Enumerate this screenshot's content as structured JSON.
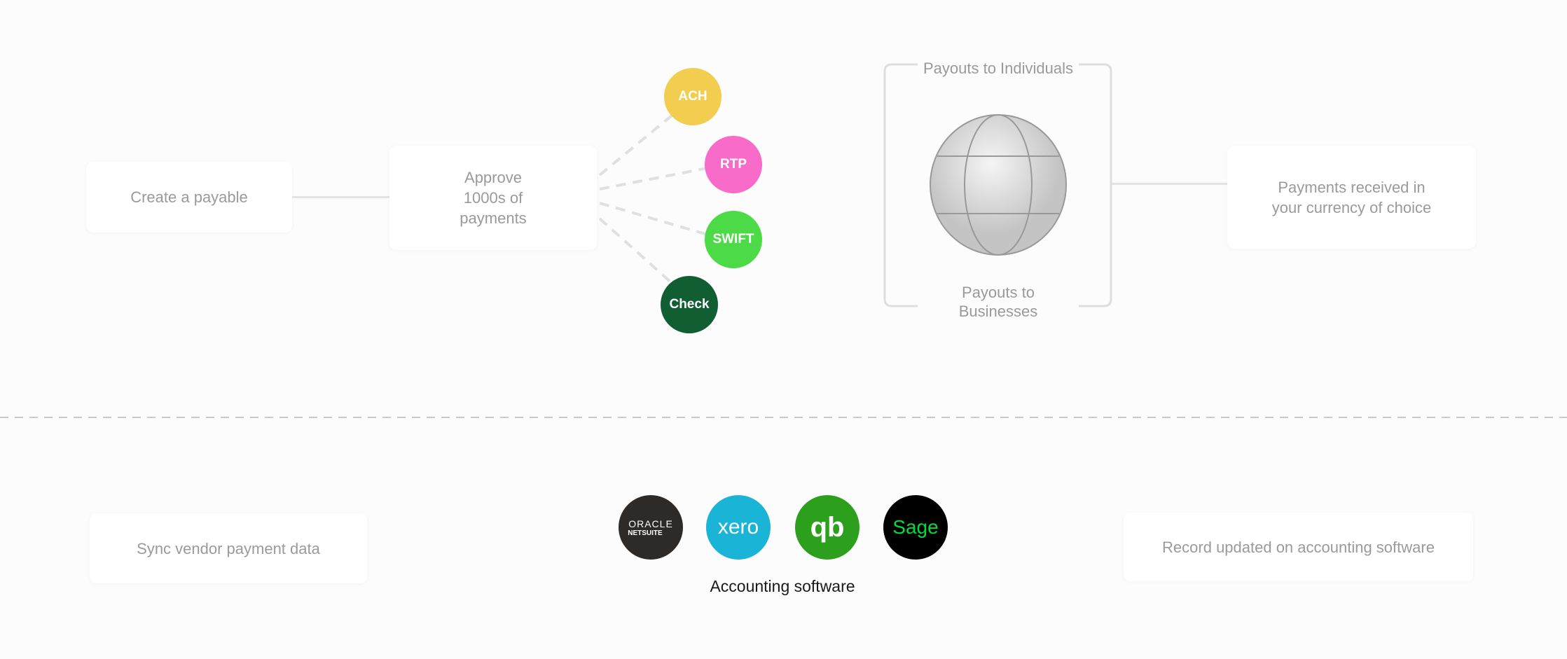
{
  "flow": {
    "create": "Create a payable",
    "approve": "Approve 1000s of payments",
    "rails": [
      {
        "label": "ACH",
        "color": "#f2cd4f"
      },
      {
        "label": "RTP",
        "color": "#f96bc8"
      },
      {
        "label": "SWIFT",
        "color": "#4cdb47"
      },
      {
        "label": "Check",
        "color": "#115e33"
      }
    ],
    "payouts_individuals": "Payouts to Individuals",
    "payouts_businesses": "Payouts to Businesses",
    "received": "Payments received in your currency of choice"
  },
  "sync": {
    "sync_label": "Sync vendor payment data",
    "logos": [
      {
        "name": "ORACLE",
        "sub": "NETSUITE",
        "color": "#2d2a28"
      },
      {
        "name": "xero",
        "color": "#1ab4d7"
      },
      {
        "name": "qb",
        "color": "#2ca01c"
      },
      {
        "name": "Sage",
        "color": "#000000"
      }
    ],
    "caption": "Accounting software",
    "record": "Record updated on accounting software"
  }
}
